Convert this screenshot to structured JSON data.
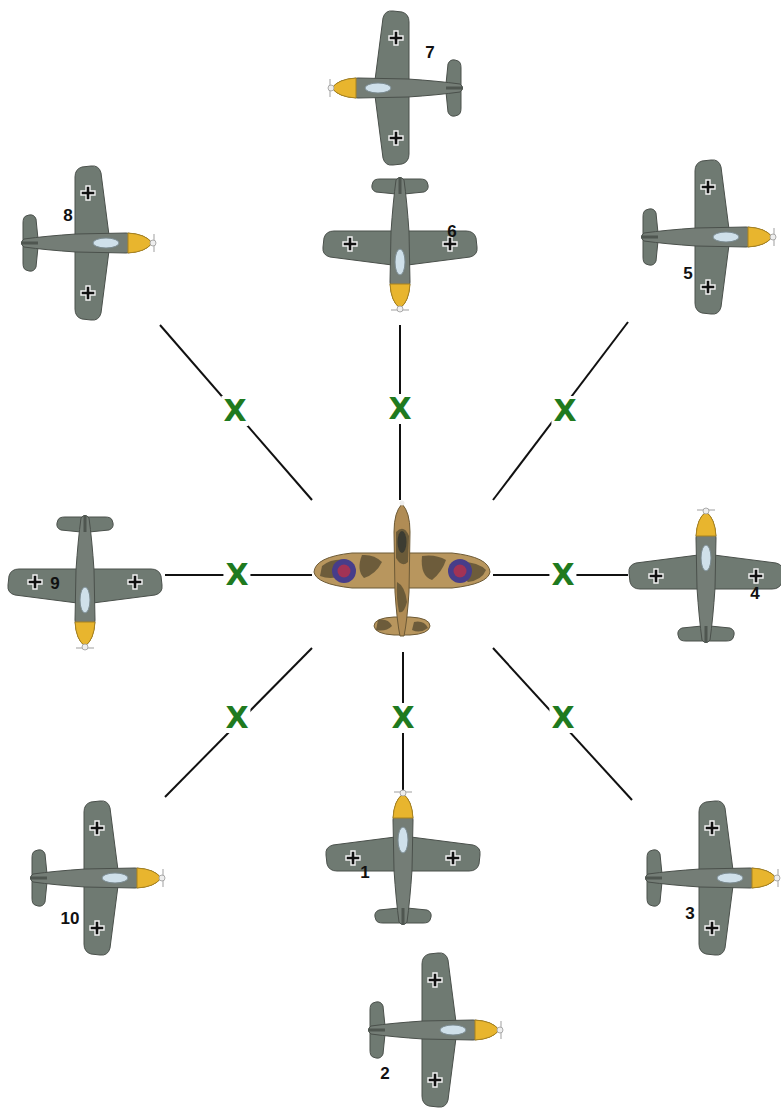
{
  "diagram": {
    "labels": [
      "7",
      "8",
      "6",
      "5",
      "X",
      "X",
      "X",
      "X",
      "X",
      "9",
      "4",
      "X",
      "X",
      "X",
      "10",
      "1",
      "3",
      "2"
    ]
  }
}
